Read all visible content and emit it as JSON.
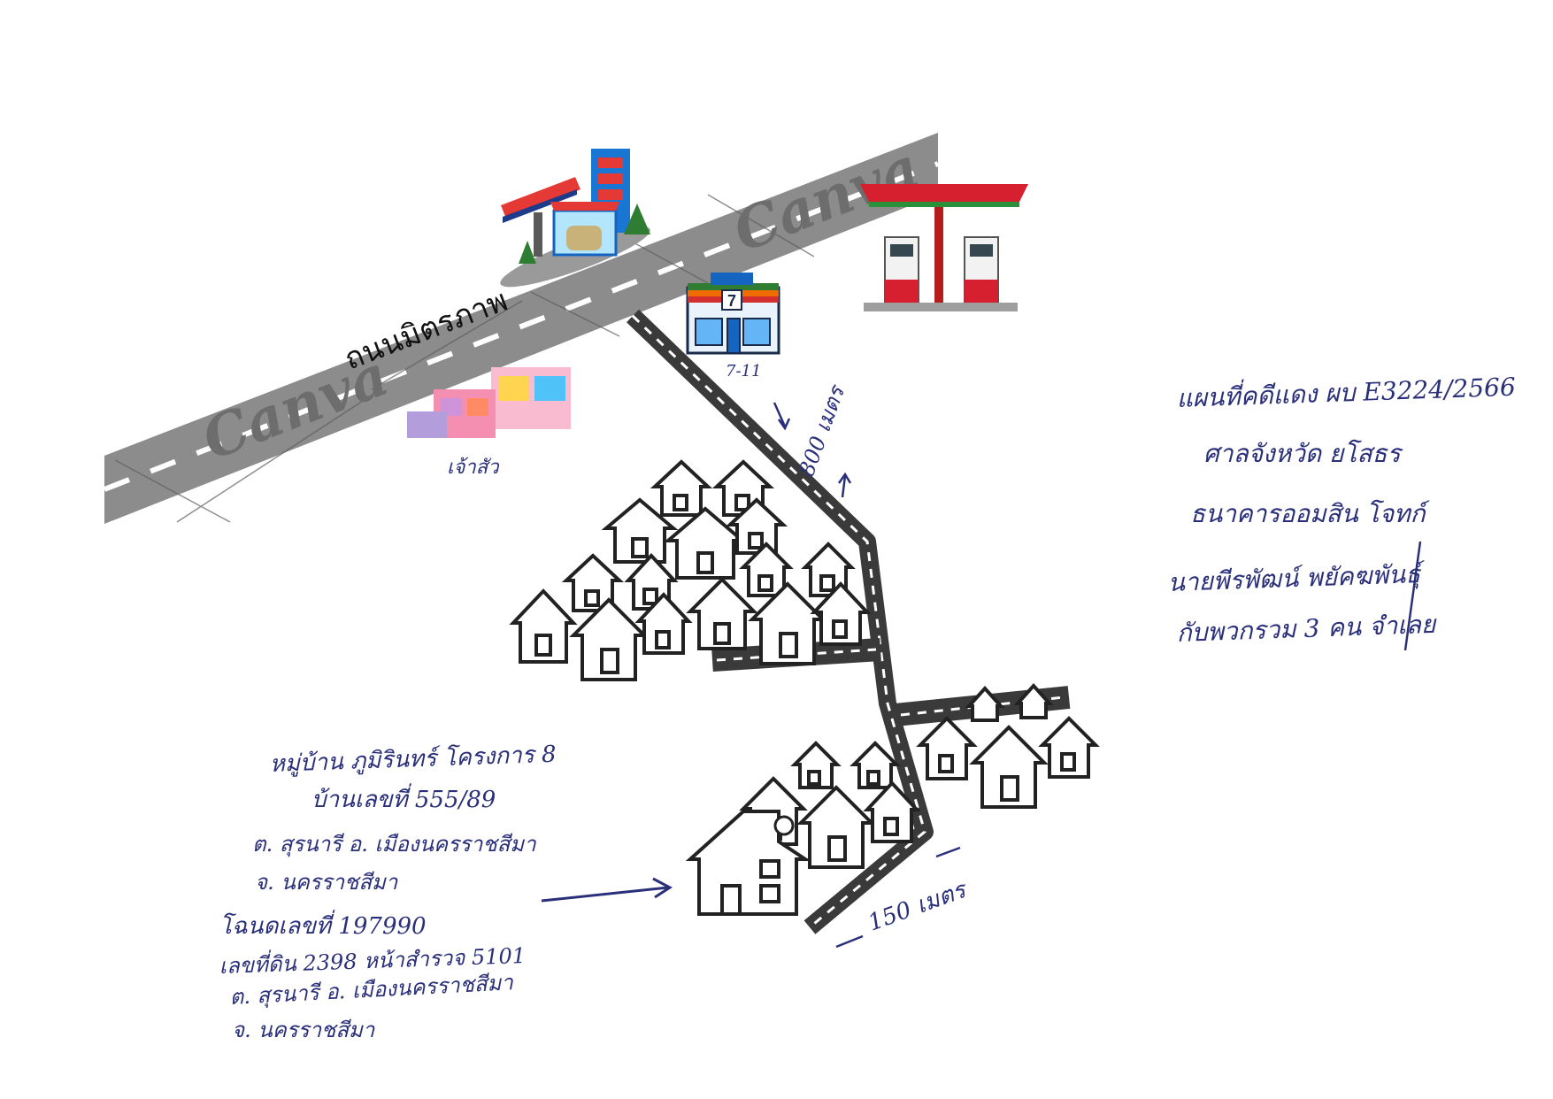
{
  "road_main_label": "ถนนมิตรภาพ",
  "watermark": "Canva",
  "landmarks": {
    "seven_eleven_label": "7-11",
    "seven_eleven_sign": "7",
    "shop_label": "เจ้าสัว"
  },
  "distances": {
    "branch_road": "800 เมตร",
    "final_road": "150 เมตร"
  },
  "address_note": [
    "หมู่บ้าน ภูมิรินทร์ โครงการ 8",
    "บ้านเลขที่ 555/89",
    "ต. สุรนารี อ. เมืองนครราชสีมา",
    "จ. นครราชสีมา",
    "โฉนดเลขที่ 197990",
    "เลขที่ดิน 2398 หน้าสำรวจ 5101",
    "ต. สุรนารี อ. เมืองนครราชสีมา",
    "จ. นครราชสีมา"
  ],
  "case_note": [
    "แผนที่คดีแดง ผบ E3224/2566",
    "ศาลจังหวัด ยโสธร",
    "ธนาคารออมสิน โจทก์",
    "นายพีรพัฒน์ พยัคฆพันธุ์",
    "กับพวกรวม 3 คน จำเลย"
  ],
  "colors": {
    "road_gray": "#8c8c8c",
    "branch_road": "#3a3a3a",
    "ink_blue": "#2a2f7a",
    "fuel_red": "#d6202f",
    "fuel_green": "#2c8f3a",
    "seven_green": "#2e7d32",
    "seven_orange": "#ef6c00",
    "seven_blue": "#1565c0"
  }
}
